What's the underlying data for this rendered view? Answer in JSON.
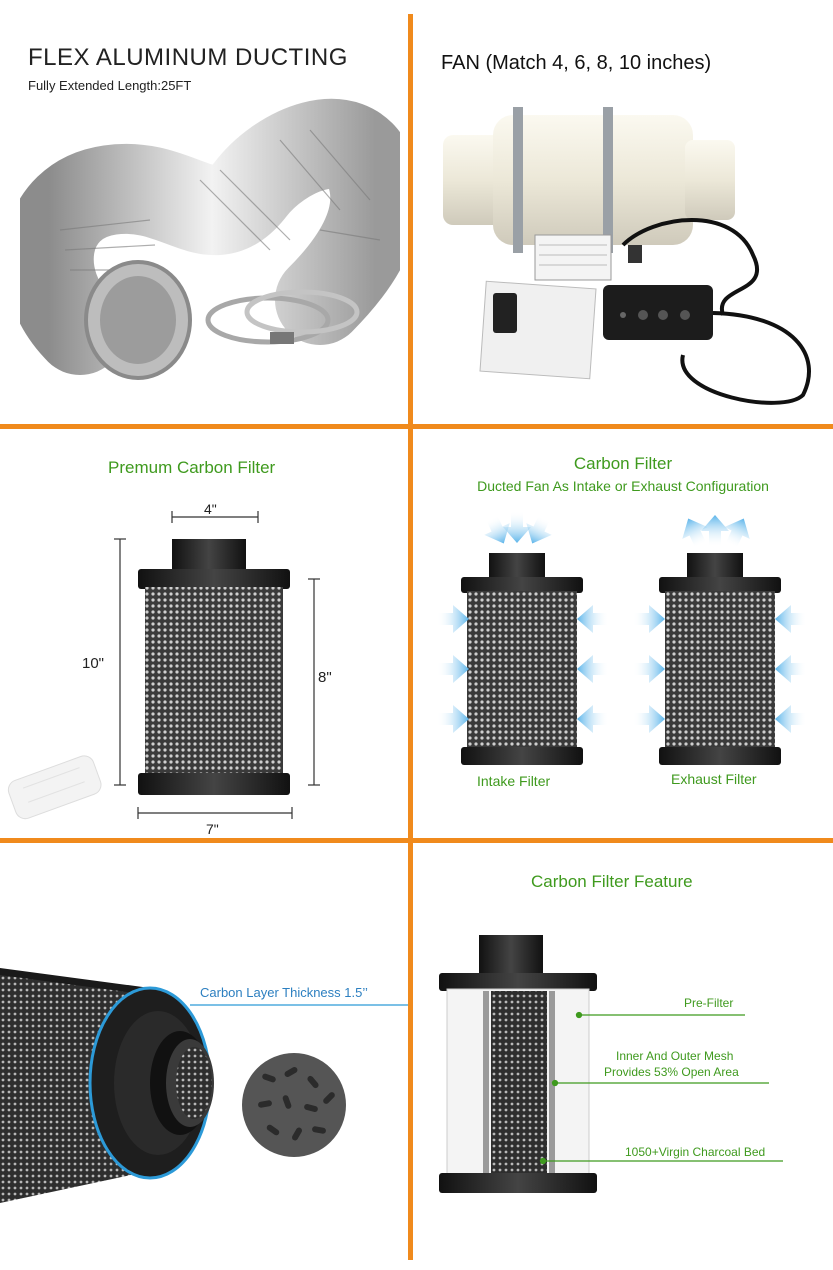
{
  "panel_ducting": {
    "title": "FLEX ALUMINUM DUCTING",
    "subtitle": "Fully Extended Length:25FT"
  },
  "panel_fan": {
    "title": "FAN (Match 4, 6, 8, 10 inches)"
  },
  "panel_filter_dims": {
    "title": "Premum Carbon Filter",
    "dim_top": "4\"",
    "dim_left": "10\"",
    "dim_right": "8\"",
    "dim_bottom": "7\""
  },
  "panel_config": {
    "title": "Carbon Filter",
    "subtitle": "Ducted Fan As Intake or Exhaust Configuration",
    "label_intake": "Intake Filter",
    "label_exhaust": "Exhaust Filter"
  },
  "panel_thickness": {
    "label": "Carbon Layer Thickness 1.5’’"
  },
  "panel_feature": {
    "title": "Carbon Filter Feature",
    "label_prefilter": "Pre-Filter",
    "label_mesh_line1": "Inner And Outer Mesh",
    "label_mesh_line2": "Provides 53% Open Area",
    "label_charcoal": "1050+Virgin Charcoal Bed"
  },
  "colors": {
    "divider": "#f08a1c",
    "title_green": "#3f9a1e",
    "arrow_blue": "#5bb4ea"
  }
}
